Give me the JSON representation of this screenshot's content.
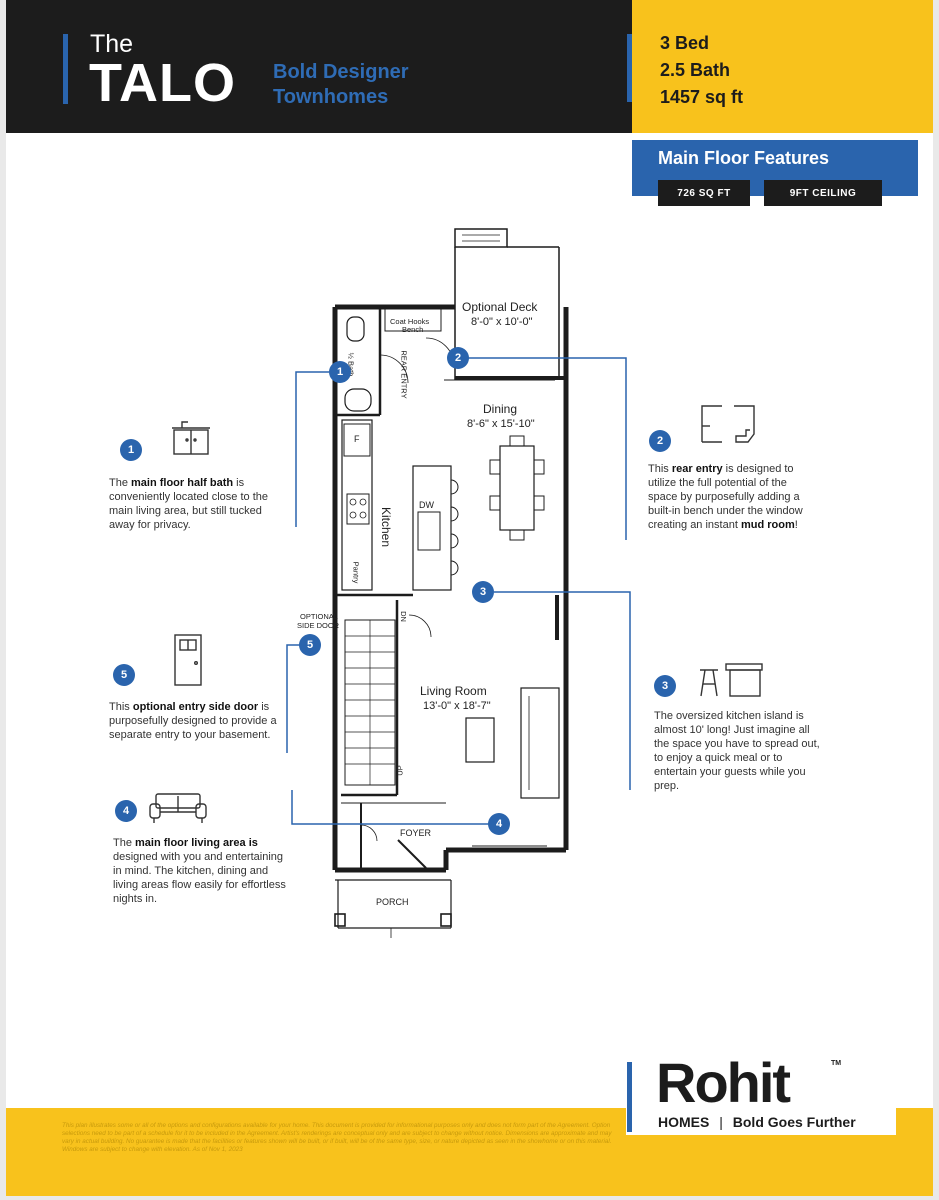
{
  "header": {
    "the": "The",
    "name": "TALO",
    "tagline_line1": "Bold Designer",
    "tagline_line2": "Townhomes",
    "beds": "3 Bed",
    "baths": "2.5 Bath",
    "area": "1457 sq ft"
  },
  "features": {
    "title": "Main Floor Features",
    "sqft": "726 SQ FT",
    "ceiling": "9FT CEILING"
  },
  "plan": {
    "deck": {
      "name": "Optional Deck",
      "size": "8'-0\" x 10'-0\""
    },
    "coat_hooks": "Coat Hooks",
    "bench": "Bench",
    "rear_entry": "REAR ENTRY",
    "half_bath": "½ Bath",
    "dining": {
      "name": "Dining",
      "size": "8'-6\" x 15'-10\""
    },
    "kitchen": "Kitchen",
    "fridge": "F",
    "dw": "DW",
    "pantry": "Pantry",
    "optional_side_door_1": "OPTIONAL",
    "optional_side_door_2": "SIDE DOOR",
    "dn": "DN",
    "up": "UP",
    "living": {
      "name": "Living Room",
      "size": "13'-0\" x 18'-7\""
    },
    "foyer": "FOYER",
    "porch": "PORCH"
  },
  "callouts": [
    {
      "num": "1",
      "pre": "The ",
      "bold": "main floor half bath",
      "post": " is conveniently located close to the main living area, but still tucked away for privacy."
    },
    {
      "num": "2",
      "pre": "This ",
      "bold": "rear entry",
      "post": " is designed to utilize the full potential of the space by purposefully adding a built-in bench under the window creating an instant ",
      "bold2": "mud room",
      "post2": "!"
    },
    {
      "num": "3",
      "text": "The oversized kitchen island is almost 10' long! Just imagine all the space you have to spread out, to enjoy a quick meal or to entertain your guests while you prep."
    },
    {
      "num": "4",
      "pre": "The ",
      "bold": "main floor living area is",
      "post": " designed with you and entertaining in mind. The kitchen, dining and living areas flow easily for effortless nights in."
    },
    {
      "num": "5",
      "pre": "This ",
      "bold": "optional entry side door",
      "post": " is purposefully designed to provide a separate entry to your basement."
    }
  ],
  "footer": {
    "disclaimer": "This plan illustrates some or all of the options and configurations available for your home. This document is provided for informational purposes only and does not form part of the Agreement. Option selections need to be part of a schedule for it to be included in the Agreement. Artist's renderings are conceptual only and are subject to change without notice. Dimensions are approximate and may vary in actual building. No guarantee is made that the facilities or features shown will be built, or if built, will be of the same type, size, or nature depicted as seen in the showhome or on this material. Windows are subject to change with elevation. As of Nov 1, 2023",
    "brand": "Rohit",
    "tm": "TM",
    "brand_sub": "HOMES",
    "slogan": "Bold Goes Further"
  },
  "colors": {
    "accent_blue": "#2a64ad",
    "brand_yellow": "#f8c21c",
    "dark": "#1c1c1c"
  }
}
